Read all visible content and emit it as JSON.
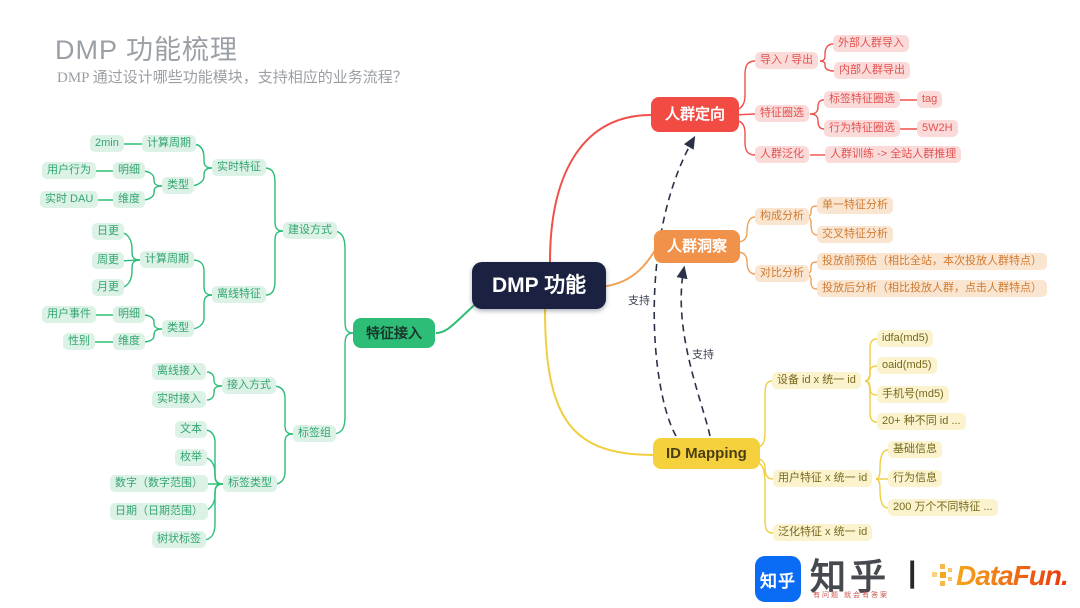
{
  "header": {
    "title": "DMP 功能梳理",
    "subtitle": "DMP 通过设计哪些功能模块，支持相应的业务流程？"
  },
  "center": {
    "label": "DMP 功能"
  },
  "colors": {
    "center_bg": "#1b2140",
    "green": "#2ebd77",
    "red": "#f24b44",
    "orange": "#f0924a",
    "yellow": "#f5d23d",
    "dashed_arrow": "#2b3148",
    "zhihu_blue": "#0a6cf5",
    "datafun_orange": "#ef7414"
  },
  "nodes": {
    "feature_access": "特征接入",
    "build_mode": "建设方式",
    "realtime_feature": "实时特征",
    "offline_feature": "离线特征",
    "rt_calc_cycle": "计算周期",
    "rt_2min": "2min",
    "rt_type": "类型",
    "rt_detail": "明细",
    "rt_dimension": "维度",
    "rt_user_behavior": "用户行为",
    "rt_dau": "实时 DAU",
    "off_calc_cycle": "计算周期",
    "off_daily": "日更",
    "off_weekly": "周更",
    "off_monthly": "月更",
    "off_type": "类型",
    "off_detail": "明细",
    "off_dimension": "维度",
    "off_user_event": "用户事件",
    "off_gender": "性别",
    "tag_group": "标签组",
    "access_mode": "接入方式",
    "off_access": "离线接入",
    "rt_access": "实时接入",
    "tag_type": "标签类型",
    "text_type": "文本",
    "enum_type": "枚举",
    "number_type": "数字（数字范围）",
    "date_type": "日期（日期范围）",
    "tree_tag": "树状标签",
    "audience_target": "人群定向",
    "import_export": "导入 / 导出",
    "ext_import": "外部人群导入",
    "int_export": "内部人群导出",
    "feature_select": "特征圈选",
    "tag_feature_select": "标签特征圈选",
    "tag_label": "tag",
    "behavior_feature_select": "行为特征圈选",
    "w5h2": "5W2H",
    "audience_general": "人群泛化",
    "train_infer": "人群训练 -> 全站人群推理",
    "audience_insight": "人群洞察",
    "composition": "构成分析",
    "single_feature": "单一特征分析",
    "cross_feature": "交叉特征分析",
    "comparison": "对比分析",
    "pre_launch": "投放前预估（相比全站，本次投放人群特点）",
    "post_launch": "投放后分析（相比投放人群，点击人群特点）",
    "id_mapping": "ID Mapping",
    "device_id": "设备 id x 统一 id",
    "idfa": "idfa(md5)",
    "oaid": "oaid(md5)",
    "phone": "手机号(md5)",
    "more_ids": "20+ 种不同 id ...",
    "user_feature": "用户特征 x 统一 id",
    "basic_info": "基础信息",
    "behavior_info": "行为信息",
    "many_features": "200 万个不同特征 ...",
    "general_feature": "泛化特征 x 统一 id"
  },
  "labels": {
    "support_1": "支持",
    "support_2": "支持"
  },
  "footer": {
    "zhihu_icon": "知乎",
    "zhihu_wordmark": "知乎",
    "zhihu_tagline": "有问题 就会有答案",
    "divider": "|",
    "datafun": "DataFun."
  }
}
